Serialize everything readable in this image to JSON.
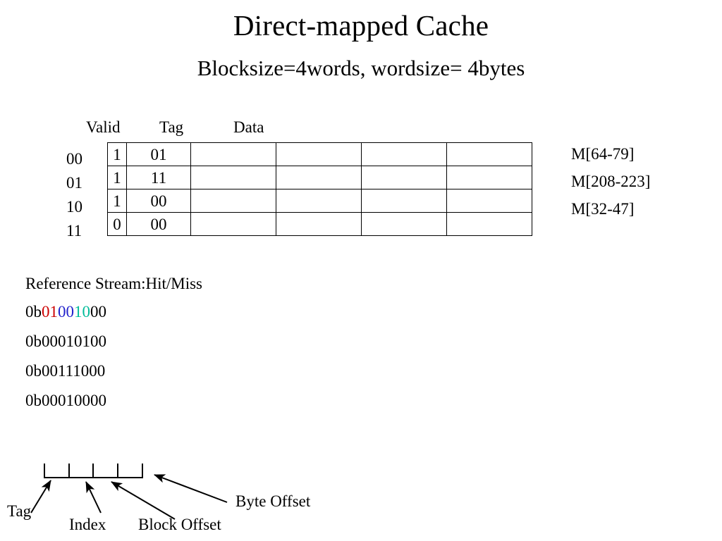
{
  "slide": {
    "title": "Direct-mapped Cache",
    "subtitle": "Blocksize=4words, wordsize= 4bytes"
  },
  "cache": {
    "headers": {
      "valid": "Valid",
      "tag": "Tag",
      "data": "Data"
    },
    "row_labels": [
      "00",
      "01",
      "10",
      "11"
    ],
    "rows": [
      {
        "index": "00",
        "valid": "1",
        "tag": "01",
        "data": [
          "",
          "",
          "",
          ""
        ],
        "memory": "M[64-79]"
      },
      {
        "index": "01",
        "valid": "1",
        "tag": "11",
        "data": [
          "",
          "",
          "",
          ""
        ],
        "memory": "M[208-223]"
      },
      {
        "index": "10",
        "valid": "1",
        "tag": "00",
        "data": [
          "",
          "",
          "",
          ""
        ],
        "memory": "M[32-47]"
      },
      {
        "index": "11",
        "valid": "0",
        "tag": "00",
        "data": [
          "",
          "",
          "",
          ""
        ],
        "memory": ""
      }
    ],
    "memory_notes": [
      "M[64-79]",
      "M[208-223]",
      "M[32-47]"
    ]
  },
  "reference_stream": {
    "heading": "Reference Stream:Hit/Miss",
    "lines": [
      {
        "plain": "0b01001000",
        "segments": [
          {
            "text": "0b",
            "color": "#000000"
          },
          {
            "text": "01",
            "color": "#cc0000"
          },
          {
            "text": "00",
            "color": "#2222cc"
          },
          {
            "text": "10",
            "color": "#00bb99"
          },
          {
            "text": "00",
            "color": "#000000"
          }
        ]
      },
      {
        "plain": "0b00010100",
        "segments": [
          {
            "text": "0b00010100",
            "color": "#000000"
          }
        ]
      },
      {
        "plain": "0b00111000",
        "segments": [
          {
            "text": "0b00111000",
            "color": "#000000"
          }
        ]
      },
      {
        "plain": "0b00010000",
        "segments": [
          {
            "text": "0b00010000",
            "color": "#000000"
          }
        ]
      }
    ]
  },
  "address_diagram": {
    "tick_count": 5,
    "labels": {
      "tag": "Tag",
      "index": "Index",
      "block_offset": "Block Offset",
      "byte_offset": "Byte Offset"
    }
  },
  "colors": {
    "tag_bits": "#cc0000",
    "index_bits": "#2222cc",
    "block_offset_bits": "#00bb99",
    "text": "#000000",
    "background": "#ffffff",
    "rule": "#000000"
  }
}
